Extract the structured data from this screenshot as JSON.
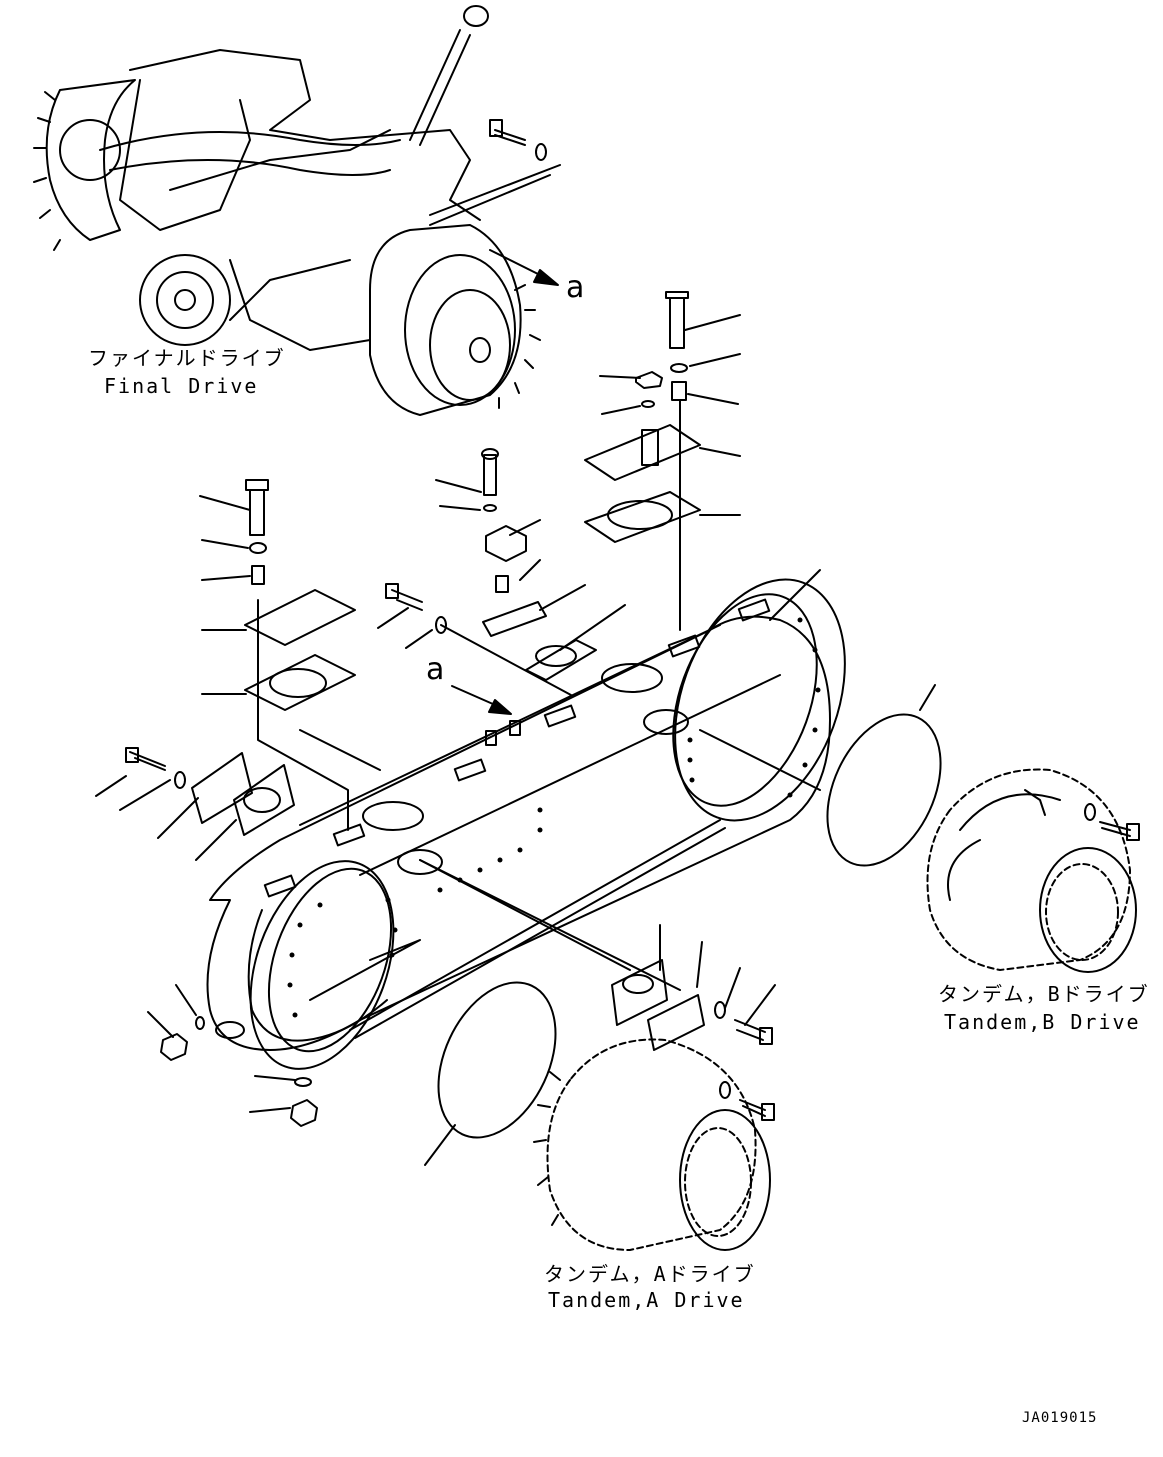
{
  "labels": {
    "final_drive_jp": "ファイナルドライブ",
    "final_drive_en": "Final Drive",
    "tandem_b_jp": "タンデム，Bドライブ",
    "tandem_b_en": "Tandem,B Drive",
    "tandem_a_jp": "タンデム，Aドライブ",
    "tandem_a_en": "Tandem,A Drive",
    "view_marker_top": "a",
    "view_marker_mid": "a",
    "drawing_code": "JA019015"
  },
  "colors": {
    "line": "#000000",
    "background": "#ffffff"
  }
}
